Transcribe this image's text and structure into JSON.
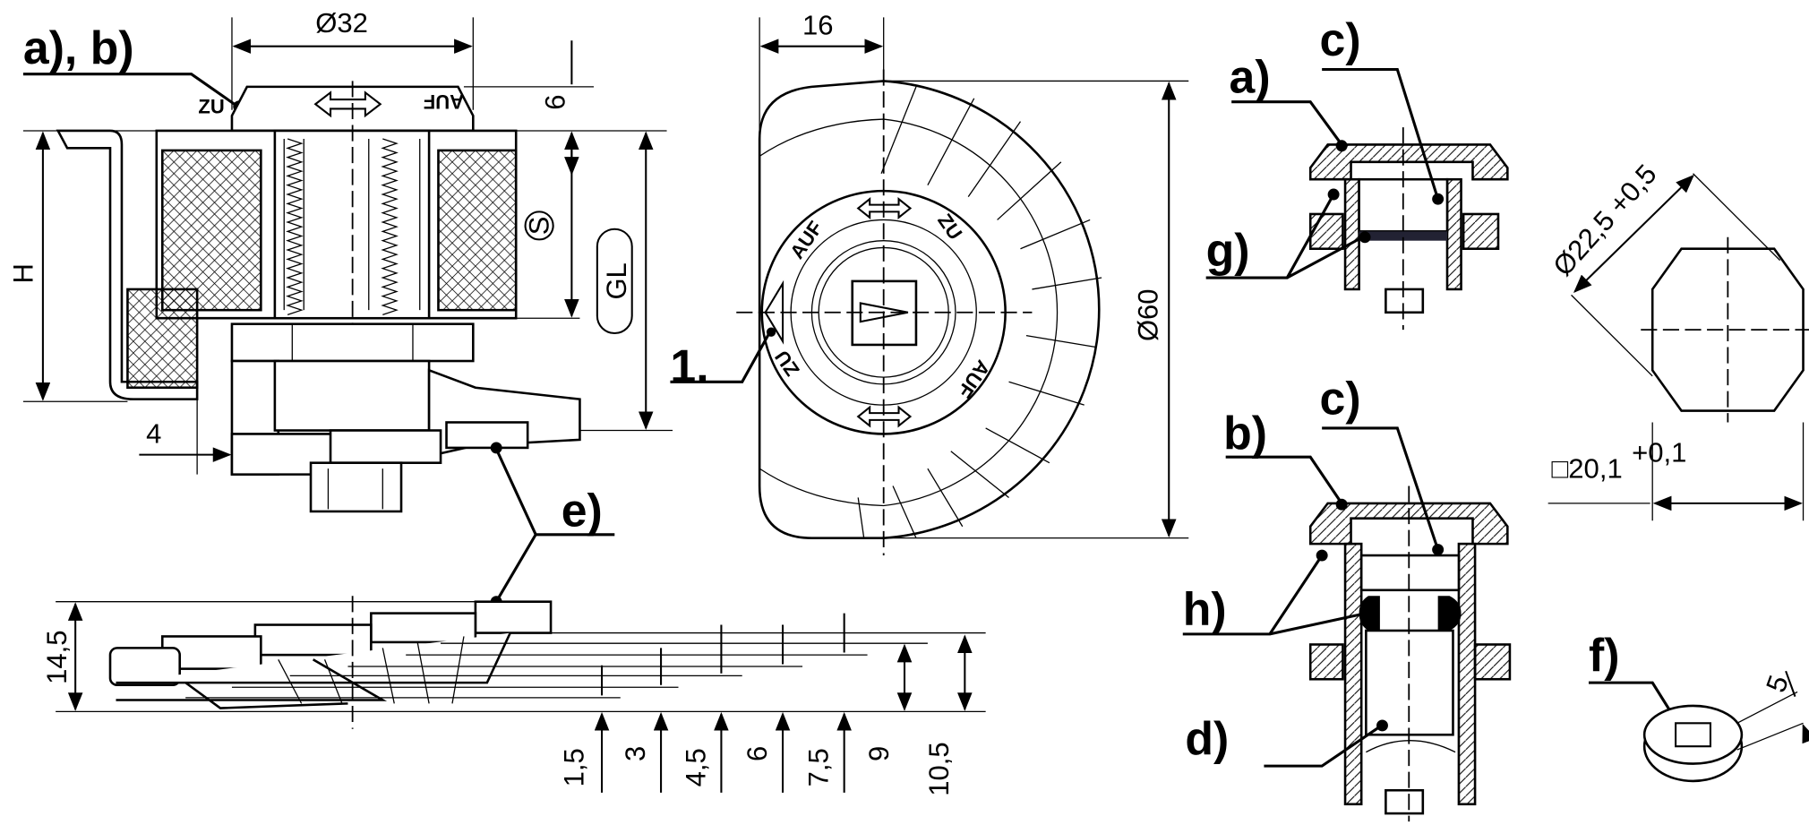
{
  "labels": {
    "ab": "a), b)",
    "e": "e)",
    "one": "1.",
    "a": "a)",
    "c_top": "c)",
    "g": "g)",
    "b": "b)",
    "c_bottom": "c)",
    "h": "h)",
    "d": "d)",
    "f": "f)"
  },
  "knob_text": {
    "zu": "ZU",
    "auf": "AUF"
  },
  "dimensions": {
    "d32": "Ø32",
    "six": "6",
    "h": "H",
    "s": "S",
    "gl": "GL",
    "four": "4",
    "sixteen": "16",
    "d60": "Ø60",
    "d22": "Ø22,5 +0,5",
    "sq20_base": "□20,1",
    "sq20_tol": "+0,1",
    "five": "5",
    "lever_height": "14,5",
    "offsets": [
      "1,5",
      "3",
      "4,5",
      "6",
      "7,5",
      "9",
      "10,5"
    ]
  }
}
